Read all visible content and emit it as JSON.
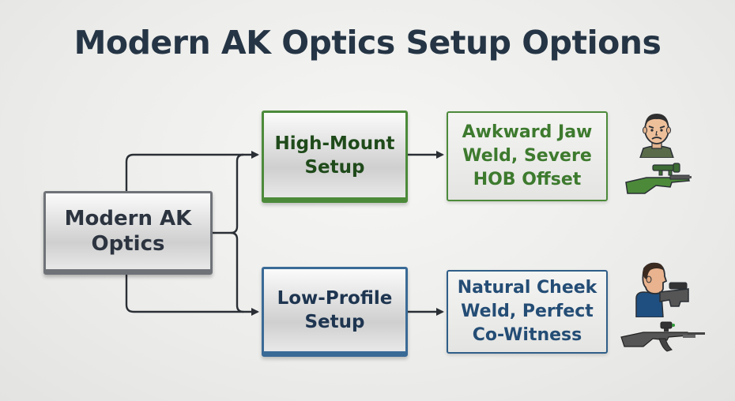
{
  "title": "Modern AK Optics Setup Options",
  "root": {
    "line1": "Modern AK",
    "line2": "Optics"
  },
  "high_mount": {
    "line1": "High-Mount",
    "line2": "Setup",
    "outcome": {
      "line1": "Awkward Jaw",
      "line2": "Weld, Severe",
      "line3": "HOB Offset"
    },
    "icons": [
      "frowning-face-icon",
      "rifle-high-mount-icon"
    ]
  },
  "low_profile": {
    "line1": "Low-Profile",
    "line2": "Setup",
    "outcome": {
      "line1": "Natural Cheek",
      "line2": "Weld, Perfect",
      "line3": "Co-Witness"
    },
    "icons": [
      "shooter-profile-icon",
      "ak-rifle-icon"
    ]
  },
  "colors": {
    "green": "#4c8a3a",
    "blue": "#2f5e88",
    "title": "#253545",
    "connector": "#2a2f35"
  }
}
